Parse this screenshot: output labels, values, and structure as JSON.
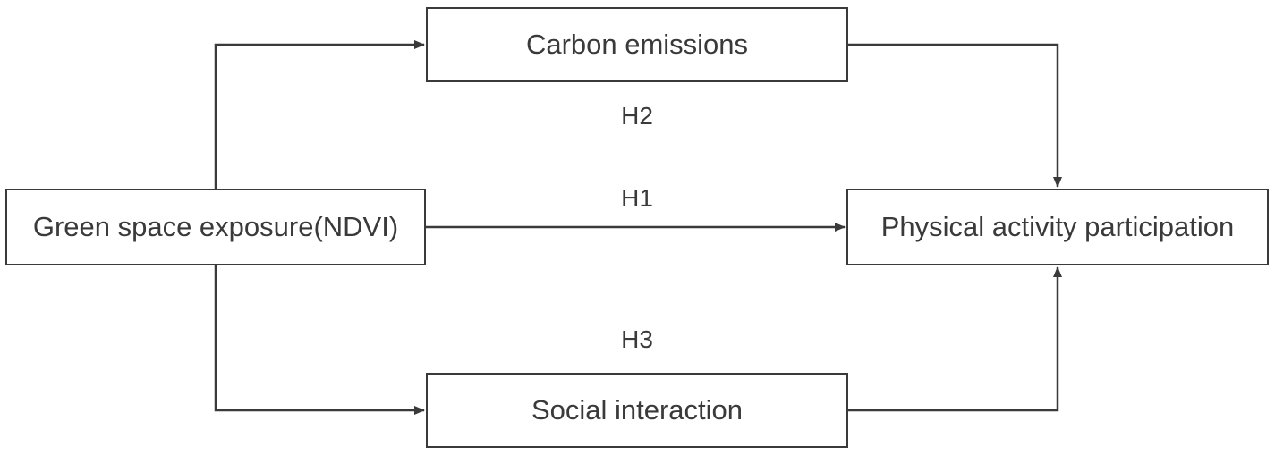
{
  "nodes": {
    "green_space": "Green space exposure(NDVI)",
    "carbon": "Carbon emissions",
    "social": "Social interaction",
    "physical_activity": "Physical activity participation"
  },
  "hypotheses": {
    "h1": "H1",
    "h2": "H2",
    "h3": "H3"
  },
  "edges": [
    {
      "from": "green_space",
      "to": "carbon"
    },
    {
      "from": "carbon",
      "to": "physical_activity"
    },
    {
      "from": "green_space",
      "to": "physical_activity",
      "label": "H1"
    },
    {
      "from": "green_space",
      "to": "social"
    },
    {
      "from": "social",
      "to": "physical_activity"
    }
  ],
  "colors": {
    "line": "#3a3a3a",
    "background": "#ffffff"
  }
}
